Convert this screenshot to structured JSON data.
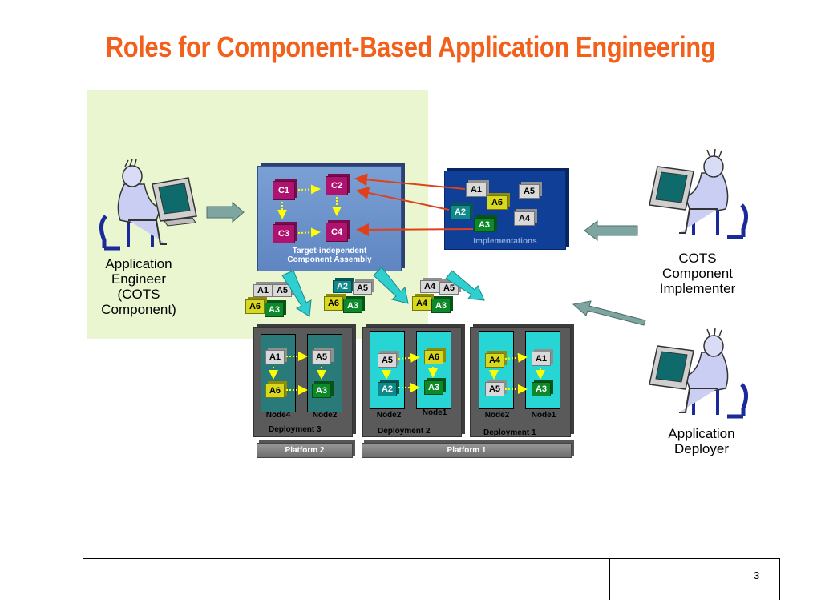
{
  "title": "Roles for Component-Based Application Engineering",
  "roles": {
    "engineer": [
      "Application",
      "Engineer",
      "(COTS",
      "Component)"
    ],
    "implementer": [
      "COTS",
      "Component",
      "Implementer"
    ],
    "deployer": [
      "Application",
      "Deployer"
    ]
  },
  "assembly": {
    "label_line1": "Target-independent",
    "label_line2": "Component Assembly",
    "components": [
      "C1",
      "C2",
      "C3",
      "C4"
    ]
  },
  "implementations": {
    "label": "Implementations",
    "items": [
      "A1",
      "A2",
      "A3",
      "A4",
      "A5",
      "A6"
    ]
  },
  "groups": [
    [
      "A1",
      "A5",
      "A6",
      "A3"
    ],
    [
      "A2",
      "A5",
      "A6",
      "A3"
    ],
    [
      "A4",
      "A5",
      "A4",
      "A3"
    ]
  ],
  "deployments": [
    {
      "label": "Deployment 3",
      "nodes": [
        {
          "name": "Node4",
          "top": "A1",
          "bottom": "A6"
        },
        {
          "name": "Node2",
          "top": "A5",
          "bottom": "A3"
        }
      ]
    },
    {
      "label": "Deployment 2",
      "nodes": [
        {
          "name": "Node2",
          "top": "A5",
          "bottom": "A2"
        },
        {
          "name": "Node1",
          "top": "A6",
          "bottom": "A3"
        }
      ]
    },
    {
      "label": "Deployment 1",
      "nodes": [
        {
          "name": "Node2",
          "top": "A4",
          "bottom": "A5"
        },
        {
          "name": "Node1",
          "top": "A1",
          "bottom": "A3"
        }
      ]
    }
  ],
  "platforms": [
    "Platform 2",
    "Platform 1"
  ],
  "page_number": "3",
  "colors": {
    "title": "#f2601c",
    "panel": "#eaf6cf",
    "component": "#b0126f",
    "arrow_red": "#e0401a"
  }
}
